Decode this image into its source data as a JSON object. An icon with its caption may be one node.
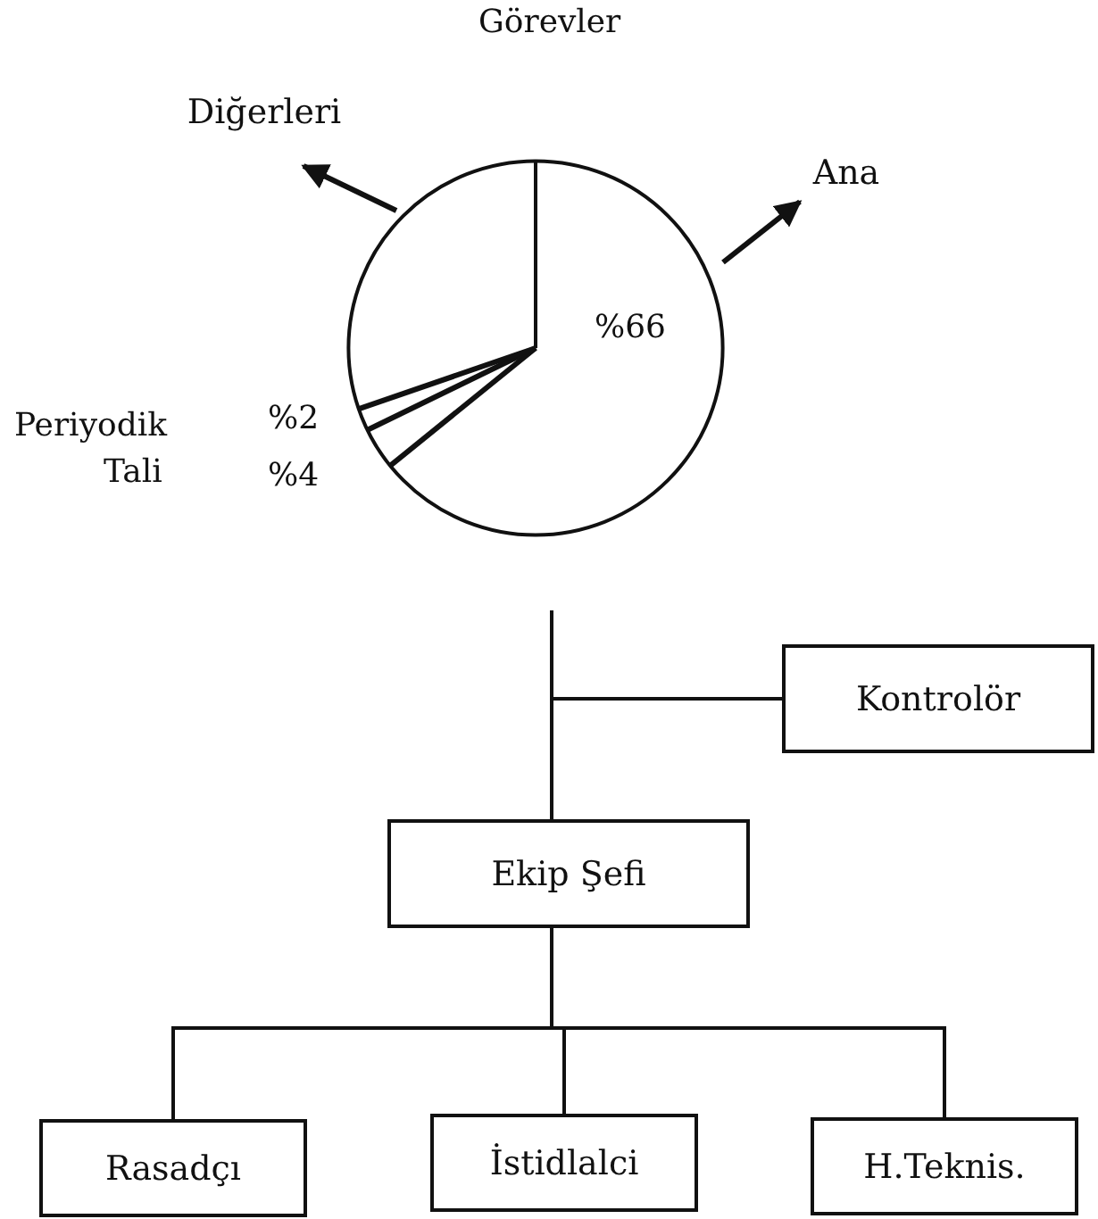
{
  "diagram": {
    "title": "Görevler",
    "nodes": [
      {
        "text": [
          "Diğerleri"
        ]
      },
      {
        "text": [
          "Ana"
        ]
      },
      {
        "text": [],
        "shape": "circle"
      },
      {
        "text": [
          "Kontrolör"
        ]
      },
      {
        "text": [
          "Ekip Şefi"
        ]
      },
      {
        "text": [
          "Rasadçı"
        ]
      },
      {
        "text": [
          "İstidlalci"
        ]
      },
      {
        "text": [
          "H.Teknis."
        ]
      }
    ],
    "edges": [
      {
        "from": 2,
        "to": 0,
        "arrow": "to"
      },
      {
        "from": 2,
        "to": 1,
        "arrow": "to"
      },
      {
        "from": null,
        "to": 4,
        "arrow": "none"
      },
      {
        "from": 3,
        "to": 4,
        "arrow": "none"
      },
      {
        "from": 4,
        "to": 5,
        "arrow": "none"
      },
      {
        "from": 4,
        "to": 6,
        "arrow": "none"
      },
      {
        "from": 4,
        "to": 7,
        "arrow": "none"
      }
    ],
    "labels": [
      "%66",
      "Periyodik",
      "%2",
      "Tali",
      "%4"
    ]
  }
}
